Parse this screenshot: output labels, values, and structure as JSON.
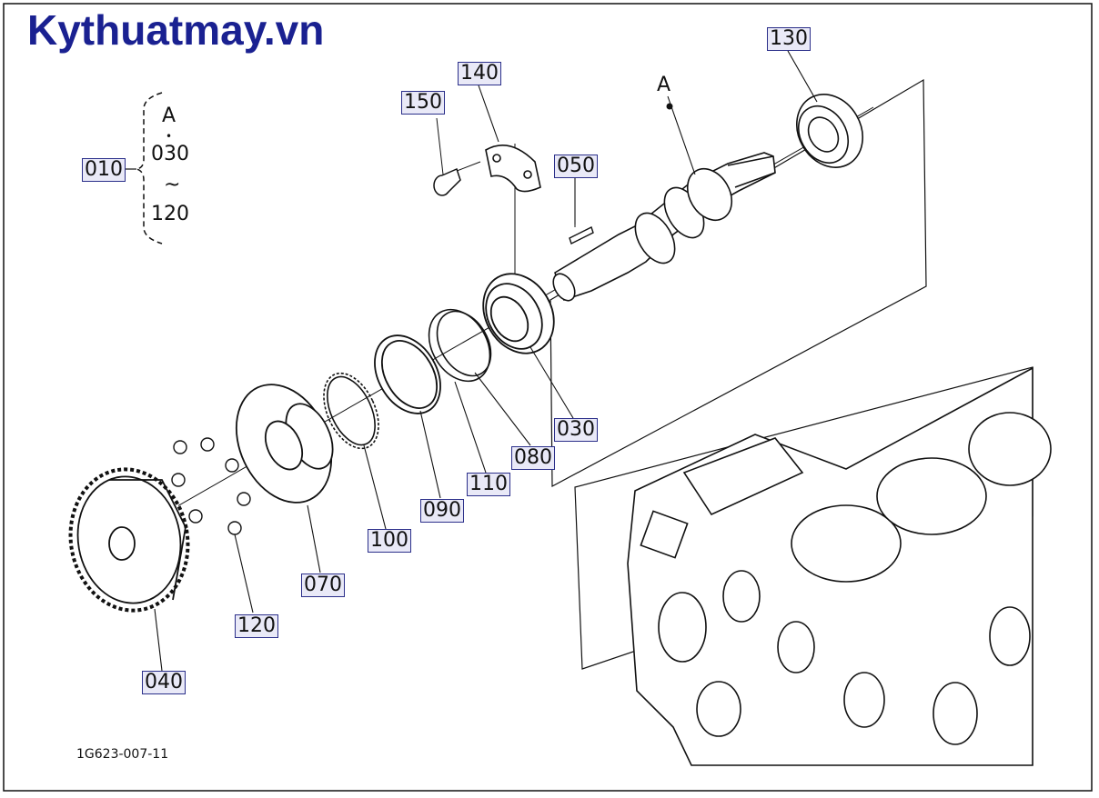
{
  "watermark": "Kythuatmay.vn",
  "reference_code": "1G623-007-11",
  "group": {
    "label": "010",
    "range_top": "A",
    "range_dot": "•",
    "range_from": "030",
    "range_tilde": "~",
    "range_to": "120"
  },
  "callout_A": "A",
  "parts": {
    "p130": "130",
    "p140": "140",
    "p150": "150",
    "p050": "050",
    "p030": "030",
    "p080": "080",
    "p110": "110",
    "p090": "090",
    "p100": "100",
    "p070": "070",
    "p120": "120",
    "p040": "040"
  },
  "colors": {
    "line": "#111111",
    "label_border": "#2b2f8a",
    "label_bg": "#e9e9f7",
    "watermark": "#1a2191"
  }
}
